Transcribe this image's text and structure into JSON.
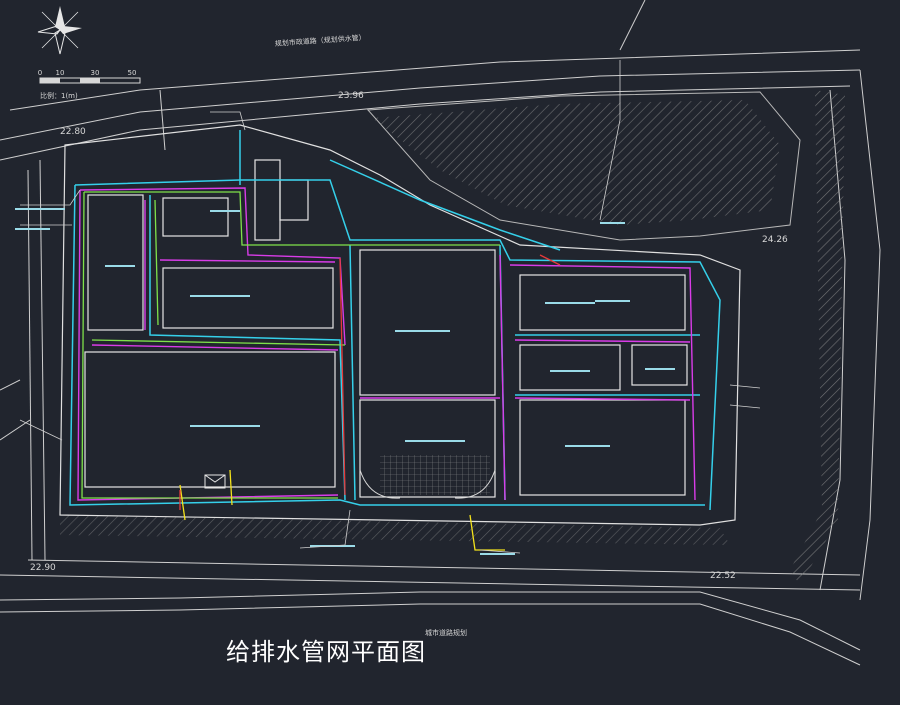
{
  "drawing": {
    "title": "给排水管网平面图",
    "scale_label": "比例：1(m)",
    "scale_ticks": [
      "0",
      "10",
      "30",
      "50"
    ],
    "elevations": [
      "23.96",
      "22.80",
      "24.26",
      "22.90",
      "22.52"
    ],
    "road_label_top": "规划市政道路（规划供水管）",
    "road_label_bottom": "城市道路规划",
    "colors": {
      "background": "#21252e",
      "lines": "#d7d7d7",
      "supply": "#35d0ea",
      "drainage": "#d93ce8",
      "fire": "#7fe24a",
      "rain": "#f3e21b",
      "sewer": "#e43a3a"
    },
    "compass_icon": "north-arrow-icon"
  }
}
